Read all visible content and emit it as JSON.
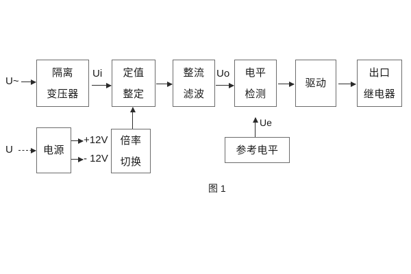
{
  "figure": {
    "caption": "图 1",
    "stroke_color": "#6b6b6b",
    "arrow_color": "#2b2b2b",
    "text_color": "#1a1a1a",
    "background": "#ffffff"
  },
  "signal_chain": {
    "boxes": [
      {
        "id": "isolation-transformer",
        "line1": "隔离",
        "line2": "变压器"
      },
      {
        "id": "setpoint-adjust",
        "line1": "定值",
        "line2": "整定"
      },
      {
        "id": "rectify-filter",
        "line1": "整流",
        "line2": "滤波"
      },
      {
        "id": "level-detection",
        "line1": "电平",
        "line2": "检测"
      },
      {
        "id": "drive",
        "line1": "驱动",
        "line2": ""
      },
      {
        "id": "output-relay",
        "line1": "出口",
        "line2": "继电器"
      }
    ]
  },
  "power_section": {
    "boxes": [
      {
        "id": "power-supply",
        "line1": "电源",
        "line2": ""
      },
      {
        "id": "multiplier-switch",
        "line1": "倍率",
        "line2": "切换"
      }
    ],
    "rails": [
      {
        "id": "rail-positive",
        "label": "+12V"
      },
      {
        "id": "rail-negative",
        "label": "- 12V"
      }
    ]
  },
  "reference_section": {
    "box": {
      "id": "reference-level",
      "line1": "参考电平",
      "line2": ""
    }
  },
  "signals": {
    "input_ac": "U~",
    "input_dc": "U",
    "ui": "Ui",
    "uo": "Uo",
    "ue": "Ue"
  }
}
